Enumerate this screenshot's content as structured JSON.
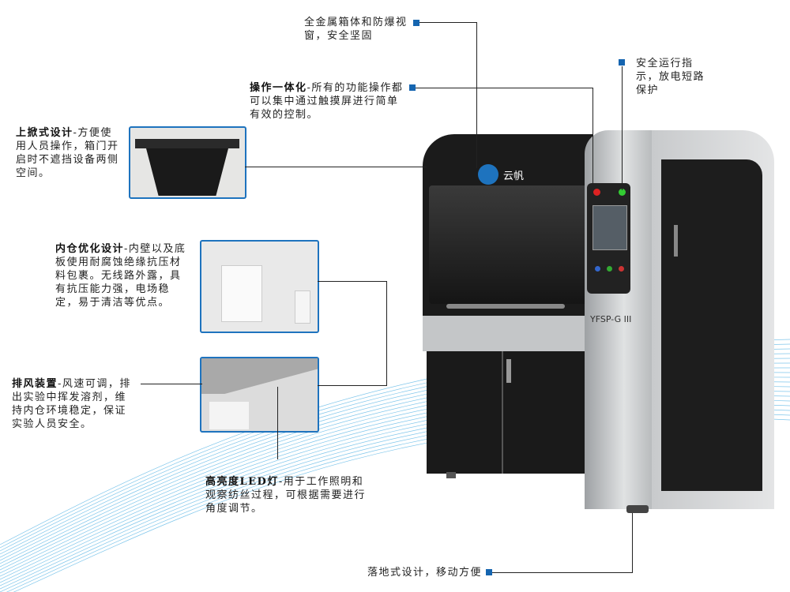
{
  "callouts": {
    "metal_body": {
      "text": "全金属箱体和防爆视窗，安全坚固"
    },
    "integrated": {
      "title": "操作一体化",
      "text": "-所有的功能操作都可以集中通过触摸屏进行简单有效的控制。"
    },
    "safety": {
      "text": "安全运行指示，放电短路保护"
    },
    "lift_lid": {
      "title": "上掀式设计",
      "text": "-方便使用人员操作，箱门开启时不遮挡设备两侧空间。"
    },
    "inner": {
      "title": "内仓优化设计",
      "text": "-内壁以及底板使用耐腐蚀绝缘抗压材料包裹。无线路外露，具有抗压能力强，电场稳定，易于清洁等优点。"
    },
    "exhaust": {
      "title": "排风装置",
      "text": "-风速可调，排出实验中挥发溶剂，维持内仓环境稳定，保证实验人员安全。"
    },
    "led": {
      "title": "高亮度LED灯",
      "text": "-用于工作照明和观察纺丝过程，可根据需要进行角度调节。"
    },
    "floor": {
      "text": "落地式设计，移动方便"
    }
  },
  "machine": {
    "brand": "云帆",
    "model": "YFSP-G III"
  },
  "colors": {
    "accent": "#1565b0",
    "wave": "#5fb8e6",
    "body_dark": "#1c1c1c",
    "body_silver": "#b9bcbf"
  }
}
